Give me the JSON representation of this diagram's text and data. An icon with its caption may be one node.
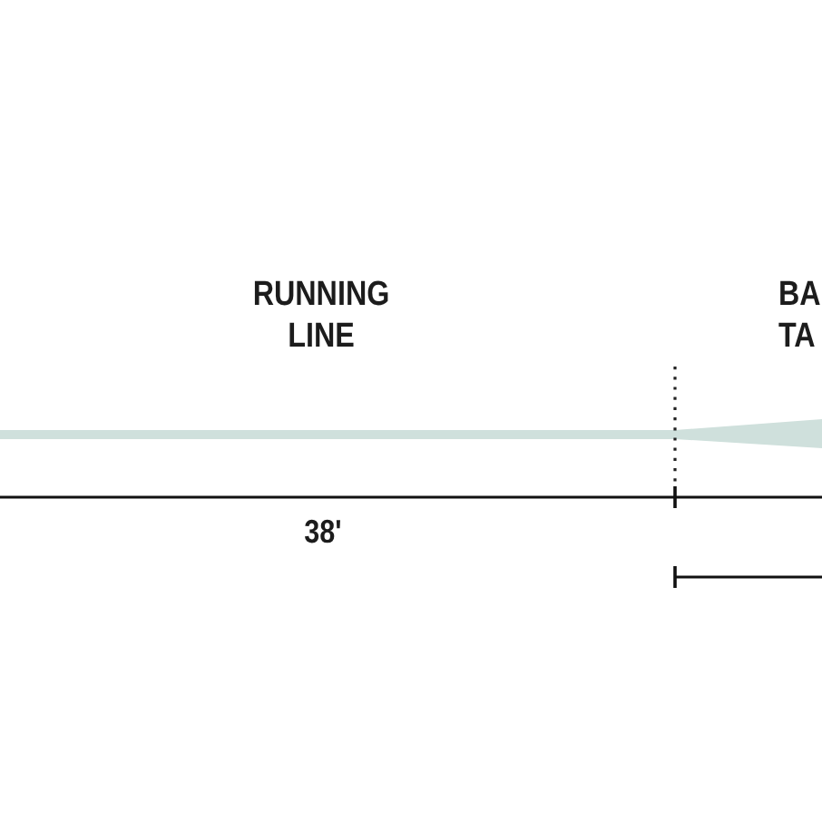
{
  "diagram": {
    "labels": [
      "RUNNING LINE",
      "BA TA",
      "38'"
    ]
  }
}
